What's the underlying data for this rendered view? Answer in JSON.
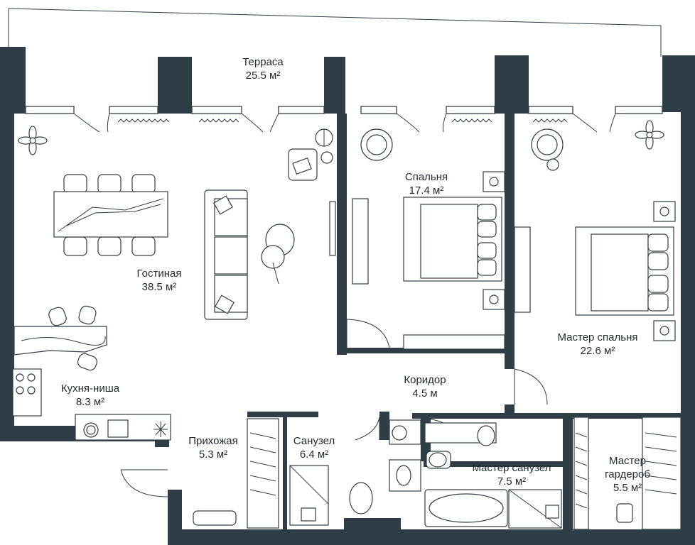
{
  "colors": {
    "wall": "#2f3e46",
    "background": "#ffffff",
    "text": "#1f2a30"
  },
  "rooms": [
    {
      "id": "terrace",
      "name": "Терраса",
      "area": "25.5 м²"
    },
    {
      "id": "bedroom",
      "name": "Спальня",
      "area": "17.4 м²"
    },
    {
      "id": "living",
      "name": "Гостиная",
      "area": "38.5 м²"
    },
    {
      "id": "master-bedroom",
      "name": "Мастер спальня",
      "area": "22.6 м²"
    },
    {
      "id": "kitchen",
      "name": "Кухня-ниша",
      "area": "8.3 м²"
    },
    {
      "id": "corridor",
      "name": "Коридор",
      "area": "4.5 м"
    },
    {
      "id": "hall",
      "name": "Прихожая",
      "area": "5.3 м²"
    },
    {
      "id": "bathroom",
      "name": "Санузел",
      "area": "6.4 м²"
    },
    {
      "id": "master-bathroom",
      "name": "Мастер санузел",
      "area": "7.5 м²"
    },
    {
      "id": "master-wardrobe",
      "name": "Мастер гардероб",
      "name_lines": [
        "Мастер",
        "гардероб"
      ],
      "area": "5.5 м²"
    }
  ]
}
